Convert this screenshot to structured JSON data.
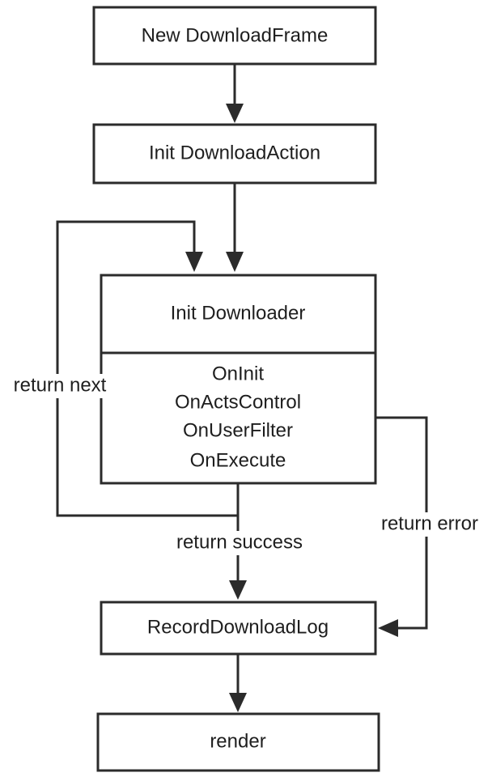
{
  "nodes": {
    "new_download_frame": "New DownloadFrame",
    "init_download_action": "Init DownloadAction",
    "init_downloader": "Init Downloader",
    "downloader_hooks": [
      "OnInit",
      "OnActsControl",
      "OnUserFilter",
      "OnExecute"
    ],
    "record_download_log": "RecordDownloadLog",
    "render": "render"
  },
  "edges": {
    "return_next": "return next",
    "return_success": "return success",
    "return_error": "return error"
  }
}
